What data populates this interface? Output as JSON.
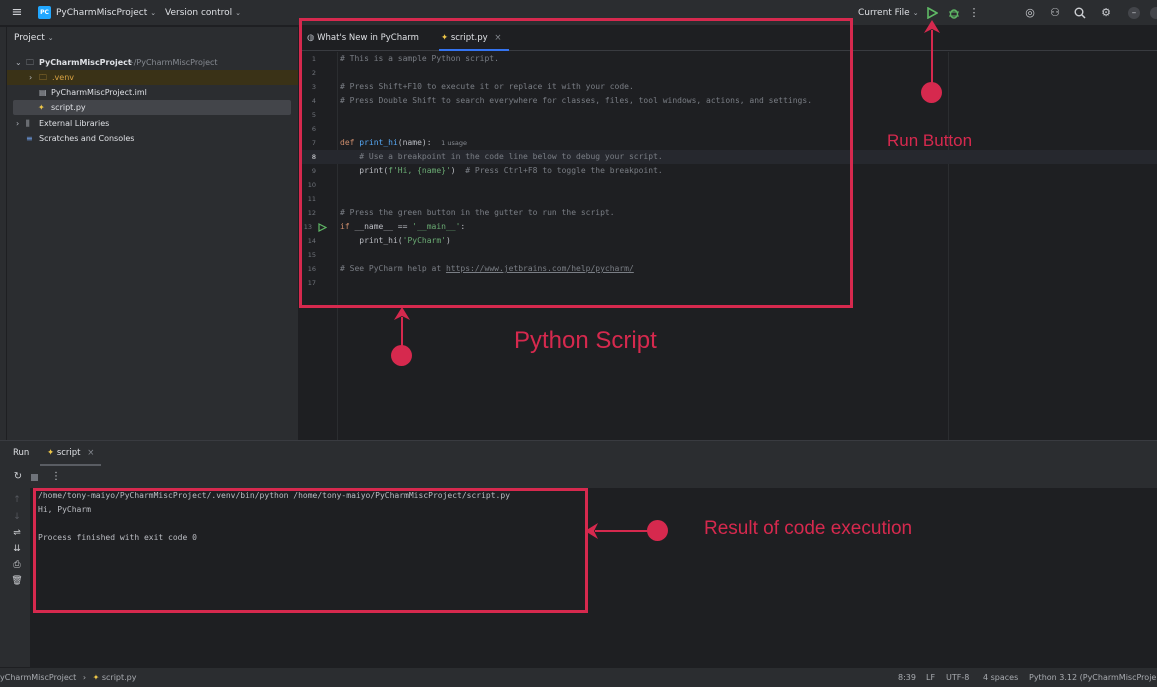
{
  "titlebar": {
    "logo_text": "PC",
    "project_name": "PyCharmMiscProject",
    "version_control": "Version control",
    "run_config": "Current File"
  },
  "project_panel": {
    "title": "Project",
    "root_name": "PyCharmMiscProject",
    "root_path": "~/PyCharmMiscProject",
    "items": [
      {
        "label": ".venv"
      },
      {
        "label": "PyCharmMiscProject.iml"
      },
      {
        "label": "script.py"
      },
      {
        "label": "External Libraries"
      },
      {
        "label": "Scratches and Consoles"
      }
    ]
  },
  "editor": {
    "tabs": [
      {
        "label": "What's New in PyCharm"
      },
      {
        "label": "script.py"
      }
    ],
    "line_numbers": [
      "1",
      "2",
      "3",
      "4",
      "5",
      "6",
      "7",
      "8",
      "9",
      "10",
      "11",
      "12",
      "13",
      "14",
      "15",
      "16",
      "17"
    ],
    "code": {
      "l1": "# This is a sample Python script.",
      "l3": "# Press Shift+F10 to execute it or replace it with your code.",
      "l4": "# Press Double Shift to search everywhere for classes, files, tool windows, actions, and settings.",
      "l7_kw": "def ",
      "l7_fn": "print_hi",
      "l7_rest": "(name):",
      "l7_hint": "1 usage",
      "l8": "    # Use a breakpoint in the code line below to debug your script.",
      "l9_a": "    print(",
      "l9_str": "f'Hi, {name}'",
      "l9_b": ")  ",
      "l9_cm": "# Press Ctrl+F8 to toggle the breakpoint.",
      "l12": "# Press the green button in the gutter to run the script.",
      "l13_kw": "if ",
      "l13_a": "__name__ == ",
      "l13_str": "'__main__'",
      "l13_b": ":",
      "l14_a": "    print_hi(",
      "l14_str": "'PyCharm'",
      "l14_b": ")",
      "l16_cm": "# See PyCharm help at ",
      "l16_link": "https://www.jetbrains.com/help/pycharm/"
    }
  },
  "run_panel": {
    "title": "Run",
    "tab": "script",
    "output": [
      "/home/tony-maiyo/PyCharmMiscProject/.venv/bin/python /home/tony-maiyo/PyCharmMiscProject/script.py",
      "Hi, PyCharm",
      "",
      "Process finished with exit code 0"
    ]
  },
  "statusbar": {
    "breadcrumb_project": "yCharmMiscProject",
    "breadcrumb_file": "script.py",
    "position": "8:39",
    "line_sep": "LF",
    "encoding": "UTF-8",
    "indent": "4 spaces",
    "interpreter": "Python 3.12 (PyCharmMiscProje"
  },
  "annotations": {
    "run_button": "Run Button",
    "python_script": "Python Script",
    "result": "Result of code execution"
  },
  "colors": {
    "annotation": "#d6294e",
    "run_green": "#5fb865",
    "accent": "#3574f0"
  }
}
